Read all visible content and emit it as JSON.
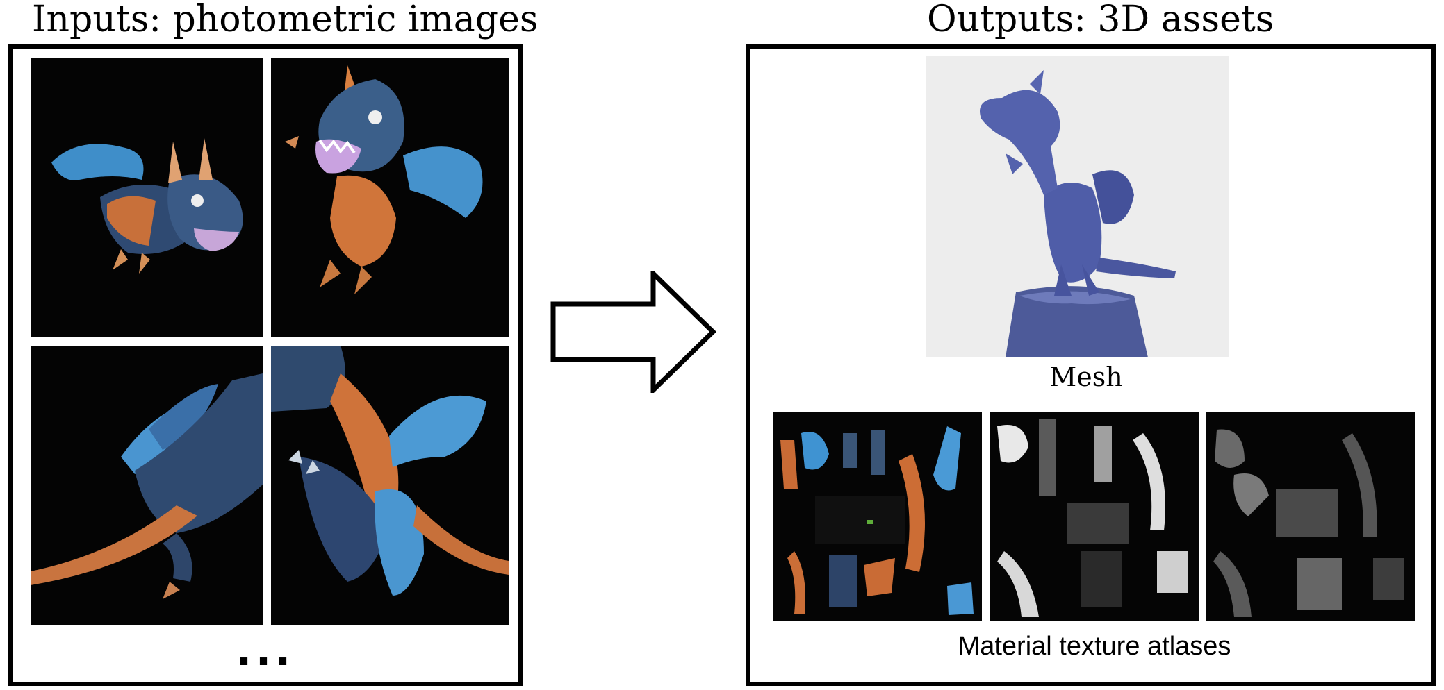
{
  "inputs": {
    "title": "Inputs: photometric images",
    "ellipsis": "..."
  },
  "outputs": {
    "title": "Outputs: 3D assets",
    "mesh_label": "Mesh",
    "atlas_label": "Material texture atlases"
  }
}
